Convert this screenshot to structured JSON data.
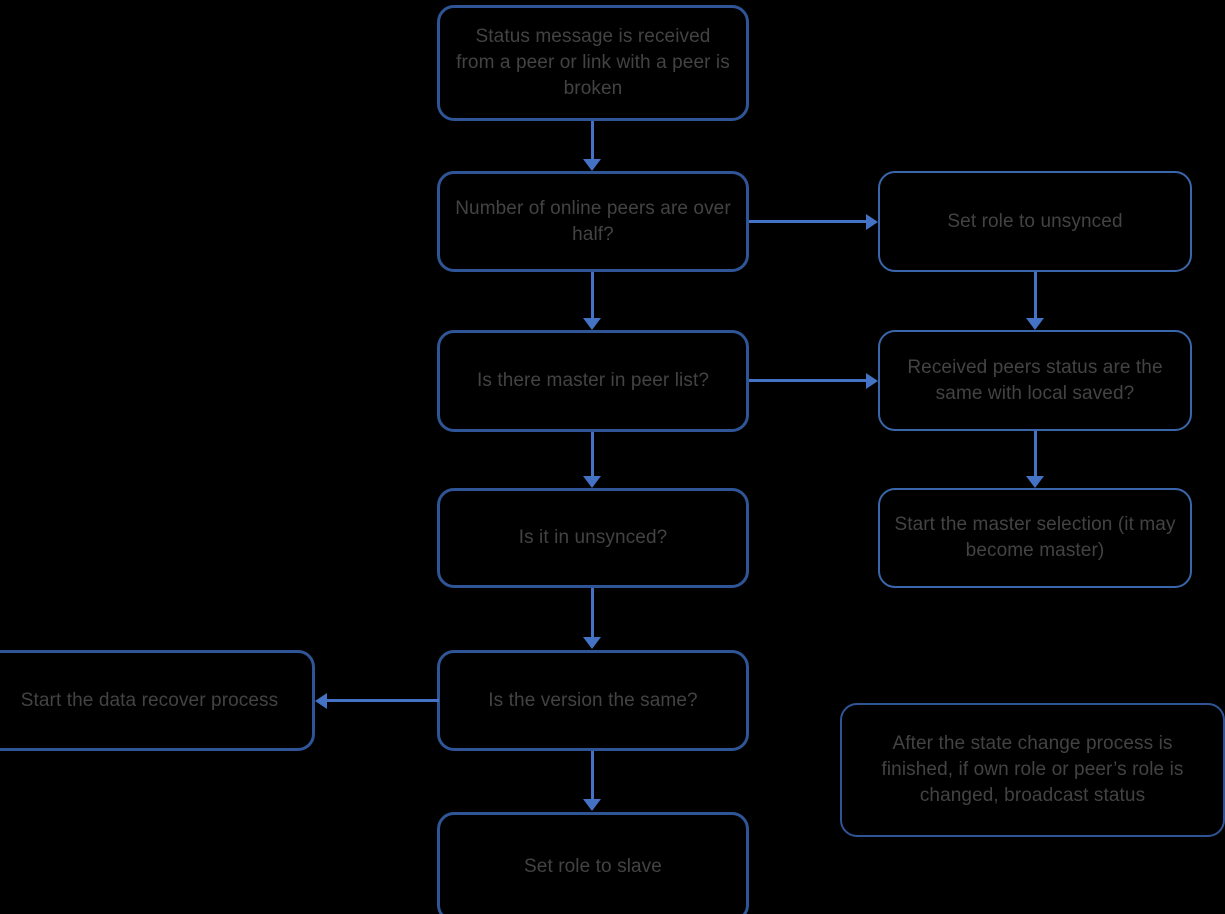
{
  "diagram": {
    "title": "Peer status change state machine flowchart",
    "background_color": "#000000",
    "node_border_color": "#2f5597",
    "node_border_color_secondary": "#3a67ab",
    "connector_color": "#4472c4",
    "text_color": "#434343",
    "nodes": [
      {
        "id": "status-message",
        "label": "Status message is received from a peer or link with a peer is broken"
      },
      {
        "id": "online-peers-half",
        "label": "Number of online peers are over half?"
      },
      {
        "id": "master-in-peer-list",
        "label": "Is there master in peer list?"
      },
      {
        "id": "in-unsynced",
        "label": "Is it in unsynced?"
      },
      {
        "id": "version-same",
        "label": "Is the version the same?"
      },
      {
        "id": "set-role-slave",
        "label": "Set role to slave"
      },
      {
        "id": "set-role-unsynced",
        "label": "Set role to unsynced"
      },
      {
        "id": "peers-status-same",
        "label": "Received peers status are the same with local saved?"
      },
      {
        "id": "master-selection",
        "label": "Start the master selection (it may become master)"
      },
      {
        "id": "data-recover",
        "label": "Start the data recover process"
      },
      {
        "id": "broadcast-note",
        "label": "After the state change process is finished, if own role or peer’s role is changed, broadcast status"
      }
    ],
    "edges": [
      {
        "id": "e1",
        "from": "status-message",
        "to": "online-peers-half",
        "direction": "down"
      },
      {
        "id": "e2",
        "from": "online-peers-half",
        "to": "master-in-peer-list",
        "direction": "down"
      },
      {
        "id": "e3",
        "from": "online-peers-half",
        "to": "set-role-unsynced",
        "direction": "right"
      },
      {
        "id": "e4",
        "from": "master-in-peer-list",
        "to": "in-unsynced",
        "direction": "down"
      },
      {
        "id": "e5",
        "from": "master-in-peer-list",
        "to": "peers-status-same",
        "direction": "right"
      },
      {
        "id": "e6",
        "from": "in-unsynced",
        "to": "version-same",
        "direction": "down"
      },
      {
        "id": "e7",
        "from": "version-same",
        "to": "set-role-slave",
        "direction": "down"
      },
      {
        "id": "e8",
        "from": "version-same",
        "to": "data-recover",
        "direction": "left"
      },
      {
        "id": "e9",
        "from": "set-role-unsynced",
        "to": "peers-status-same",
        "direction": "down"
      },
      {
        "id": "e10",
        "from": "peers-status-same",
        "to": "master-selection",
        "direction": "down"
      }
    ]
  }
}
